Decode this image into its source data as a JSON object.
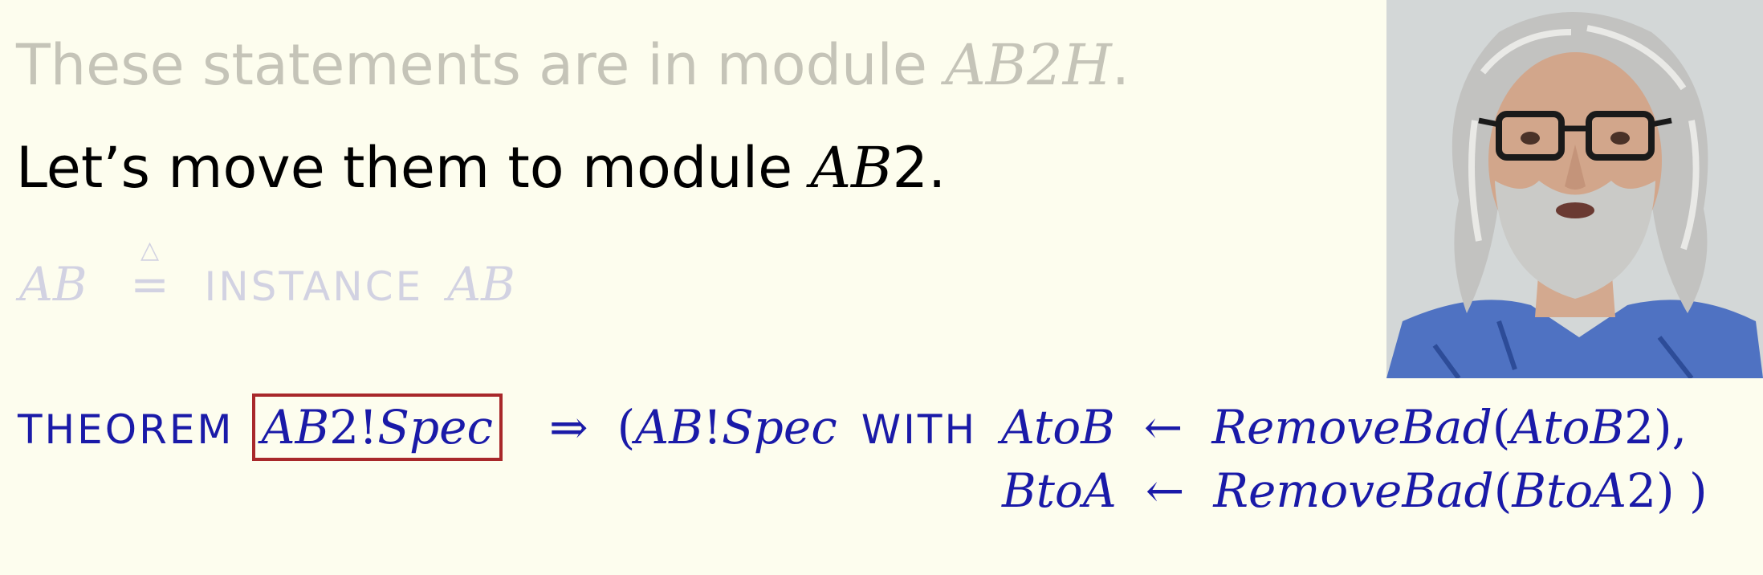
{
  "line1": {
    "prefix": "These statements are in module ",
    "module": "AB2H",
    "suffix": "."
  },
  "line2": {
    "prefix": "Let’s move them to module ",
    "module_ital": "AB",
    "module_num": "2",
    "suffix": "."
  },
  "instance_def": {
    "lhs": "AB",
    "instance_kw": "INSTANCE",
    "rhs": "AB"
  },
  "theorem": {
    "keyword": "THEOREM",
    "boxed": {
      "p1": "AB",
      "p2": "2",
      "p3": "!",
      "p4": "Spec"
    },
    "implies": "⇒",
    "paren_open": "(",
    "spec_ital": "AB",
    "spec_bang": "!",
    "spec_name": "Spec",
    "with_kw": "WITH",
    "sub1_var": "AtoB",
    "arrow": "←",
    "sub1_fn": "RemoveBad",
    "sub1_arg_ital": "AtoB",
    "sub1_arg_num": "2",
    "sub1_close": "),",
    "sub2_var": "BtoA",
    "sub2_fn": "RemoveBad",
    "sub2_arg_ital": "BtoA",
    "sub2_arg_num": "2",
    "sub2_close": ") )"
  },
  "colors": {
    "background": "#fdfdee",
    "faded": "#c5c4b8",
    "formula": "#1a1aa8",
    "highlight_box": "#a8282a"
  },
  "video": {
    "icon": "speaker-video-icon"
  }
}
